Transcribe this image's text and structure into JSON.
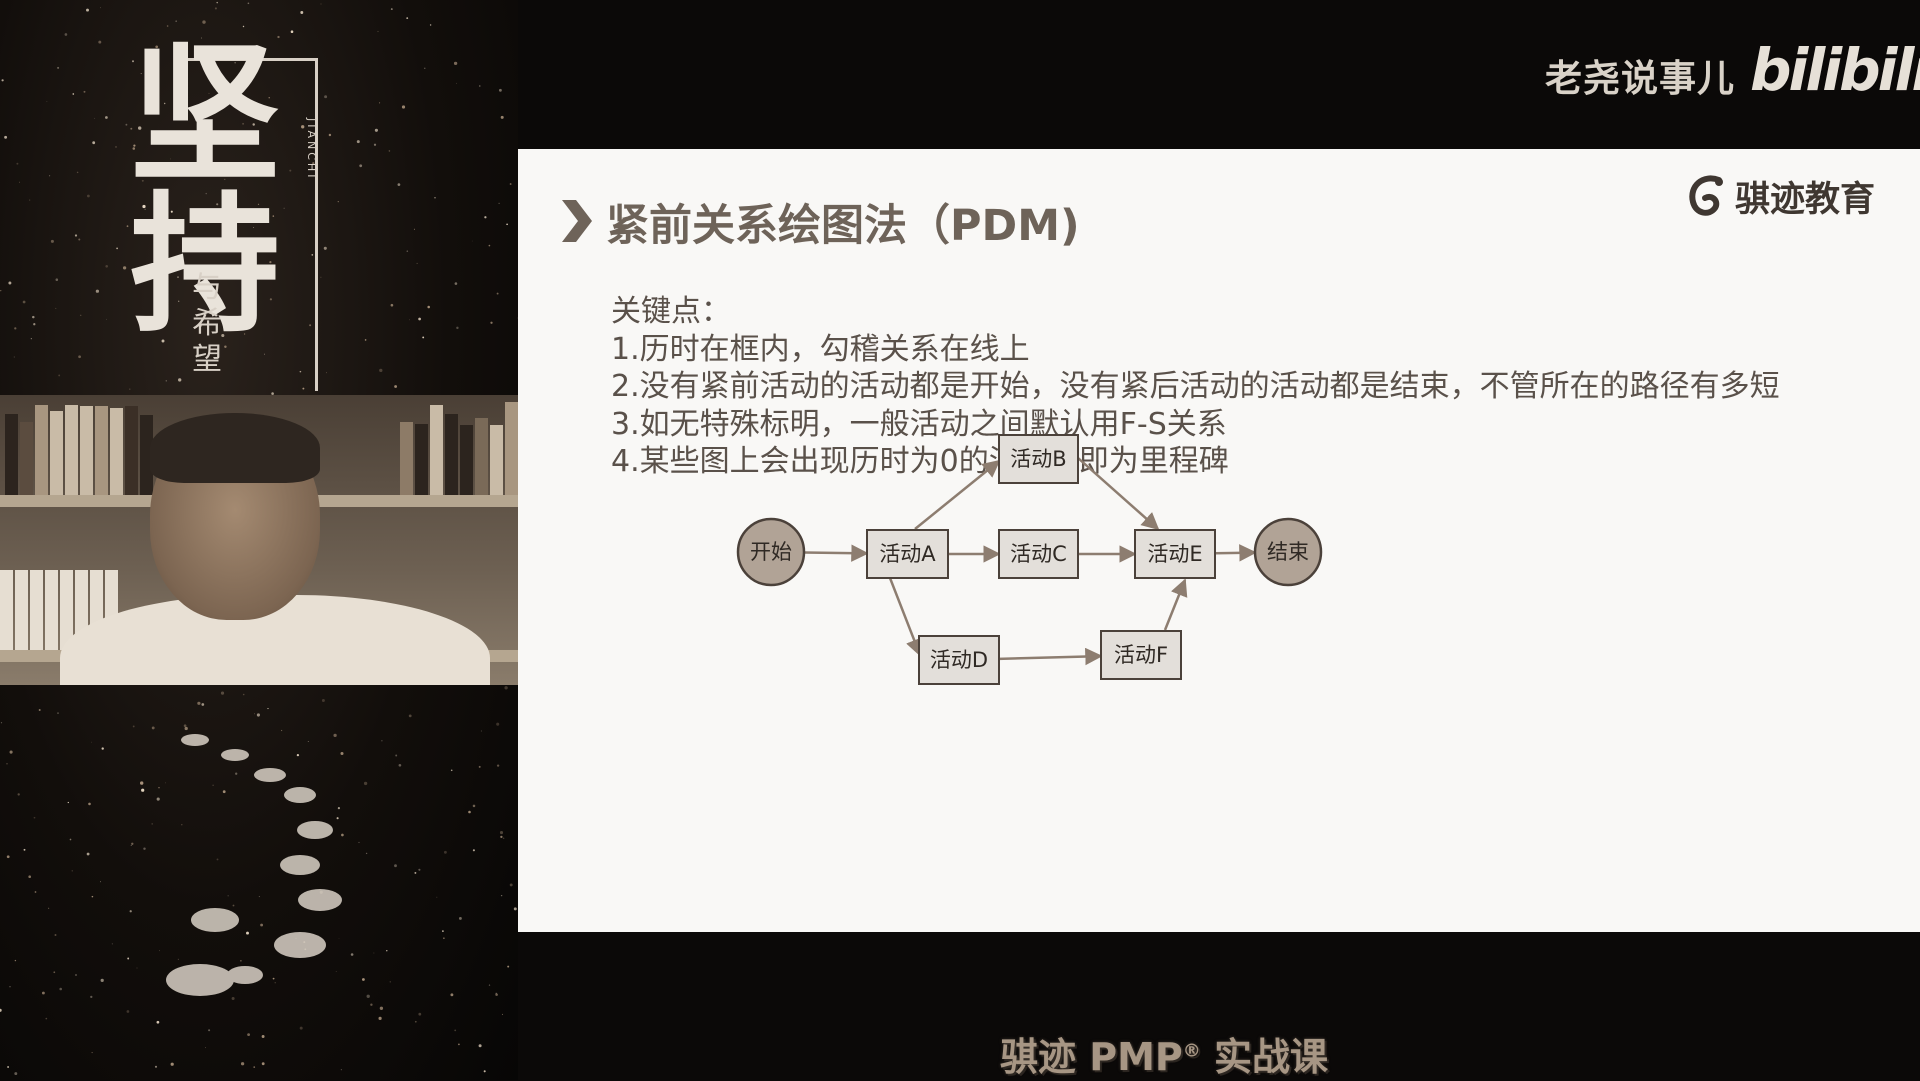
{
  "poster": {
    "title_main": "坚持",
    "pinyin": "JIANCHI",
    "subtitle": "与希望"
  },
  "watermark": {
    "channel_name": "老尧说事儿",
    "platform_logo": "bilibili"
  },
  "slide": {
    "title": "紧前关系绘图法（PDM)",
    "brand_name": "骐迹教育",
    "key_points_heading": "关键点：",
    "key_points": [
      "1.历时在框内，勾稽关系在线上",
      "2.没有紧前活动的活动都是开始，没有紧后活动的活动都是结束，不管所在的路径有多短",
      "3.如无特殊标明，一般活动之间默认用F-S关系",
      "4.某些图上会出现历时为0的活动，即为里程碑"
    ]
  },
  "diagram": {
    "nodes": [
      {
        "id": "start",
        "label": "开始",
        "shape": "circle"
      },
      {
        "id": "A",
        "label": "活动A",
        "shape": "rect"
      },
      {
        "id": "B",
        "label": "活动B",
        "shape": "rect"
      },
      {
        "id": "C",
        "label": "活动C",
        "shape": "rect"
      },
      {
        "id": "D",
        "label": "活动D",
        "shape": "rect"
      },
      {
        "id": "E",
        "label": "活动E",
        "shape": "rect"
      },
      {
        "id": "F",
        "label": "活动F",
        "shape": "rect"
      },
      {
        "id": "end",
        "label": "结束",
        "shape": "circle"
      }
    ],
    "edges": [
      {
        "from": "start",
        "to": "A"
      },
      {
        "from": "A",
        "to": "B"
      },
      {
        "from": "A",
        "to": "C"
      },
      {
        "from": "A",
        "to": "D"
      },
      {
        "from": "B",
        "to": "E"
      },
      {
        "from": "C",
        "to": "E"
      },
      {
        "from": "D",
        "to": "F"
      },
      {
        "from": "F",
        "to": "E"
      },
      {
        "from": "E",
        "to": "end"
      }
    ]
  },
  "caption": {
    "course_prefix": "骐迹 PMP",
    "registered_mark": "®",
    "course_suffix": "实战课"
  },
  "colors": {
    "slide_background": "#f9f8f6",
    "title_color": "#6e6359",
    "node_fill": "#e3dfda",
    "circle_fill": "#b1a396",
    "edge_color": "#8d7d70"
  }
}
